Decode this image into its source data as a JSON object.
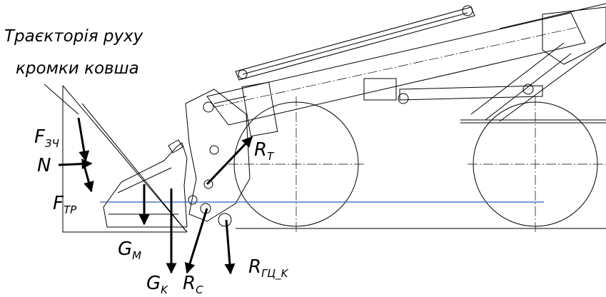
{
  "caption": {
    "line1": "Траєкторія руху",
    "line2": "кромки ковша"
  },
  "forces": {
    "f_zch": {
      "main": "F",
      "sub": "ЗЧ"
    },
    "n": {
      "main": "N"
    },
    "f_tp": {
      "main": "F",
      "sub": "ТР"
    },
    "g_m": {
      "main": "G",
      "sub": "M"
    },
    "g_k": {
      "main": "G",
      "sub": "K"
    },
    "r_c": {
      "main": "R",
      "sub": "C"
    },
    "r_t": {
      "main": "R",
      "sub": "T"
    },
    "r_gc_k": {
      "main": "R",
      "sub": "ГЦ_K"
    }
  },
  "colors": {
    "ground_line": "#2f5fb3",
    "ink": "#000000"
  }
}
